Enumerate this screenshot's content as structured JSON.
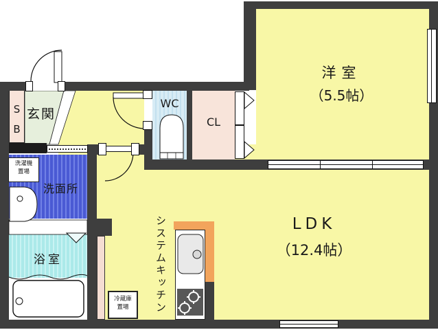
{
  "plan": {
    "western_room": {
      "label": "洋室",
      "size": "（5.5帖）"
    },
    "ldk": {
      "label": "LDK",
      "size": "（12.4帖）"
    },
    "entrance": {
      "label": "玄関"
    },
    "shoe_box": {
      "letter_top": "S",
      "letter_bottom": "B"
    },
    "wc": {
      "label": "WC"
    },
    "closet": {
      "label": "CL"
    },
    "washroom": {
      "label": "洗面所"
    },
    "washing_machine": {
      "line1": "洗濯機",
      "line2": "置場"
    },
    "bathroom": {
      "label": "浴室"
    },
    "kitchen": {
      "label": "システムキッチン"
    },
    "refrigerator": {
      "line1": "冷蔵庫",
      "line2": "置場"
    }
  },
  "colors": {
    "wall": "#3e3e3e",
    "room_yellow": "#f8f7a6",
    "entrance_green": "#e6efdc",
    "closet_pink": "#f8e4da",
    "wc_blue": "#d8ecf5",
    "washroom_blue": "#4a5ad4",
    "bathroom_cyan": "#abe9e9",
    "kitchen_orange": "#f2a45c",
    "stove_gray": "#585858"
  }
}
